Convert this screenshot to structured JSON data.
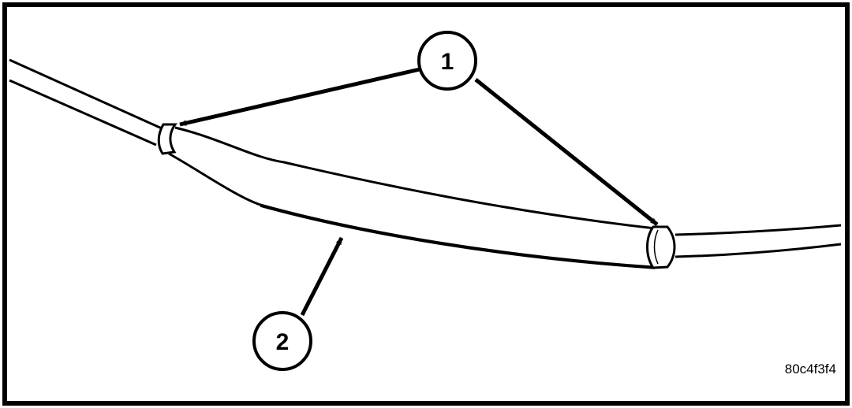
{
  "callouts": [
    {
      "label": "1"
    },
    {
      "label": "2"
    }
  ],
  "figure_code": "80c4f3f4",
  "colors": {
    "ink": "#000000",
    "paper": "#ffffff"
  }
}
